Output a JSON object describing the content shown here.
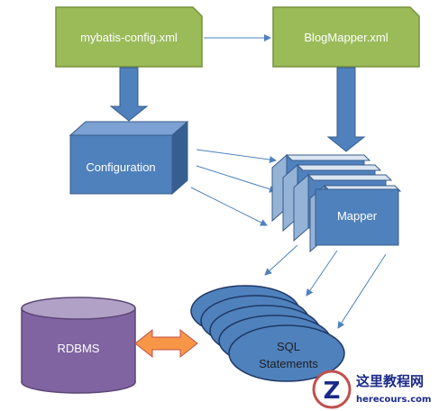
{
  "nodes": {
    "mybatis_config": "mybatis-config.xml",
    "blog_mapper": "BlogMapper.xml",
    "configuration": "Configuration",
    "mapper": "Mapper",
    "rdbms": "RDBMS",
    "sql_line1": "SQL",
    "sql_line2": "Statements"
  },
  "watermark": {
    "title_cn": "这里教程网",
    "site": "herecours.com"
  },
  "colors": {
    "xml_box_fill": "#9bbb59",
    "xml_box_stroke": "#76923c",
    "blue_fill": "#4f81bd",
    "blue_stroke": "#385d8a",
    "rdbms_fill": "#8064a2",
    "double_arrow": "#f79646",
    "arrow_line": "#4f81bd"
  }
}
